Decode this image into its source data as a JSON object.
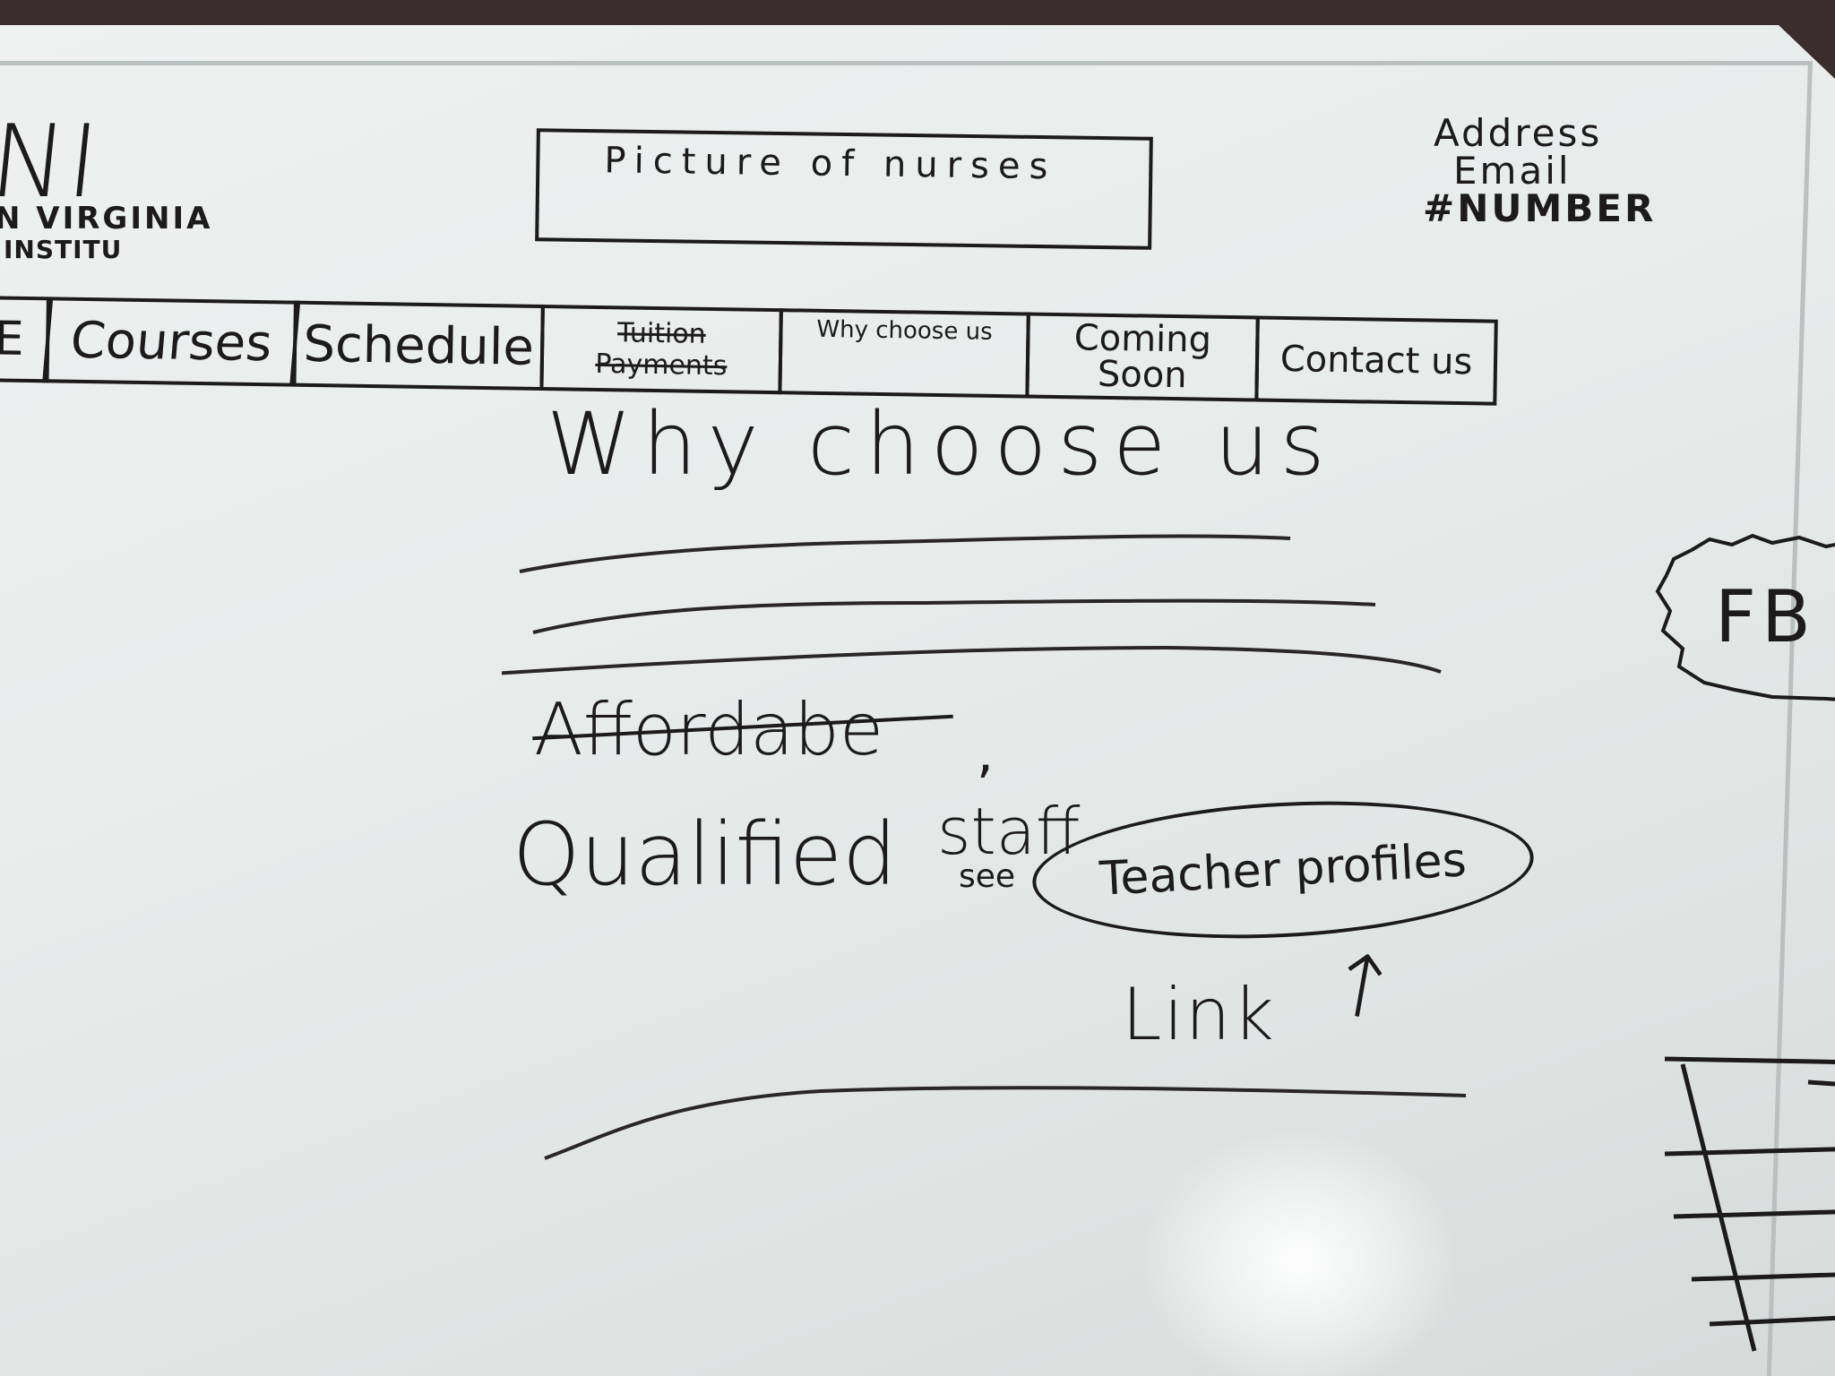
{
  "logo": {
    "letters": "NI",
    "line1": "N VIRGINIA",
    "line2": "INSTITU"
  },
  "hero": {
    "caption": "Picture of nurses"
  },
  "contact": {
    "address": "Address",
    "email": "Email",
    "number": "#NUMBER"
  },
  "nav": {
    "home": "E",
    "courses": "Courses",
    "schedule": "Schedule",
    "tuition_line1": "Tuition",
    "tuition_line2": "Payments",
    "why": "Why choose us",
    "coming_soon": "Coming Soon",
    "contact": "Contact us"
  },
  "main": {
    "heading": "Why choose us",
    "item_affordable": "Affordabe",
    "comma": ",",
    "item_qualified": "Qualified",
    "item_staff": "staff",
    "see": "see",
    "teacher_profiles": "Teacher profiles",
    "link_note": "Link",
    "arrow": "↑"
  },
  "social": {
    "fb": "FB"
  },
  "colors": {
    "ink": "#1c1a1a",
    "board": "#e7ebea"
  }
}
